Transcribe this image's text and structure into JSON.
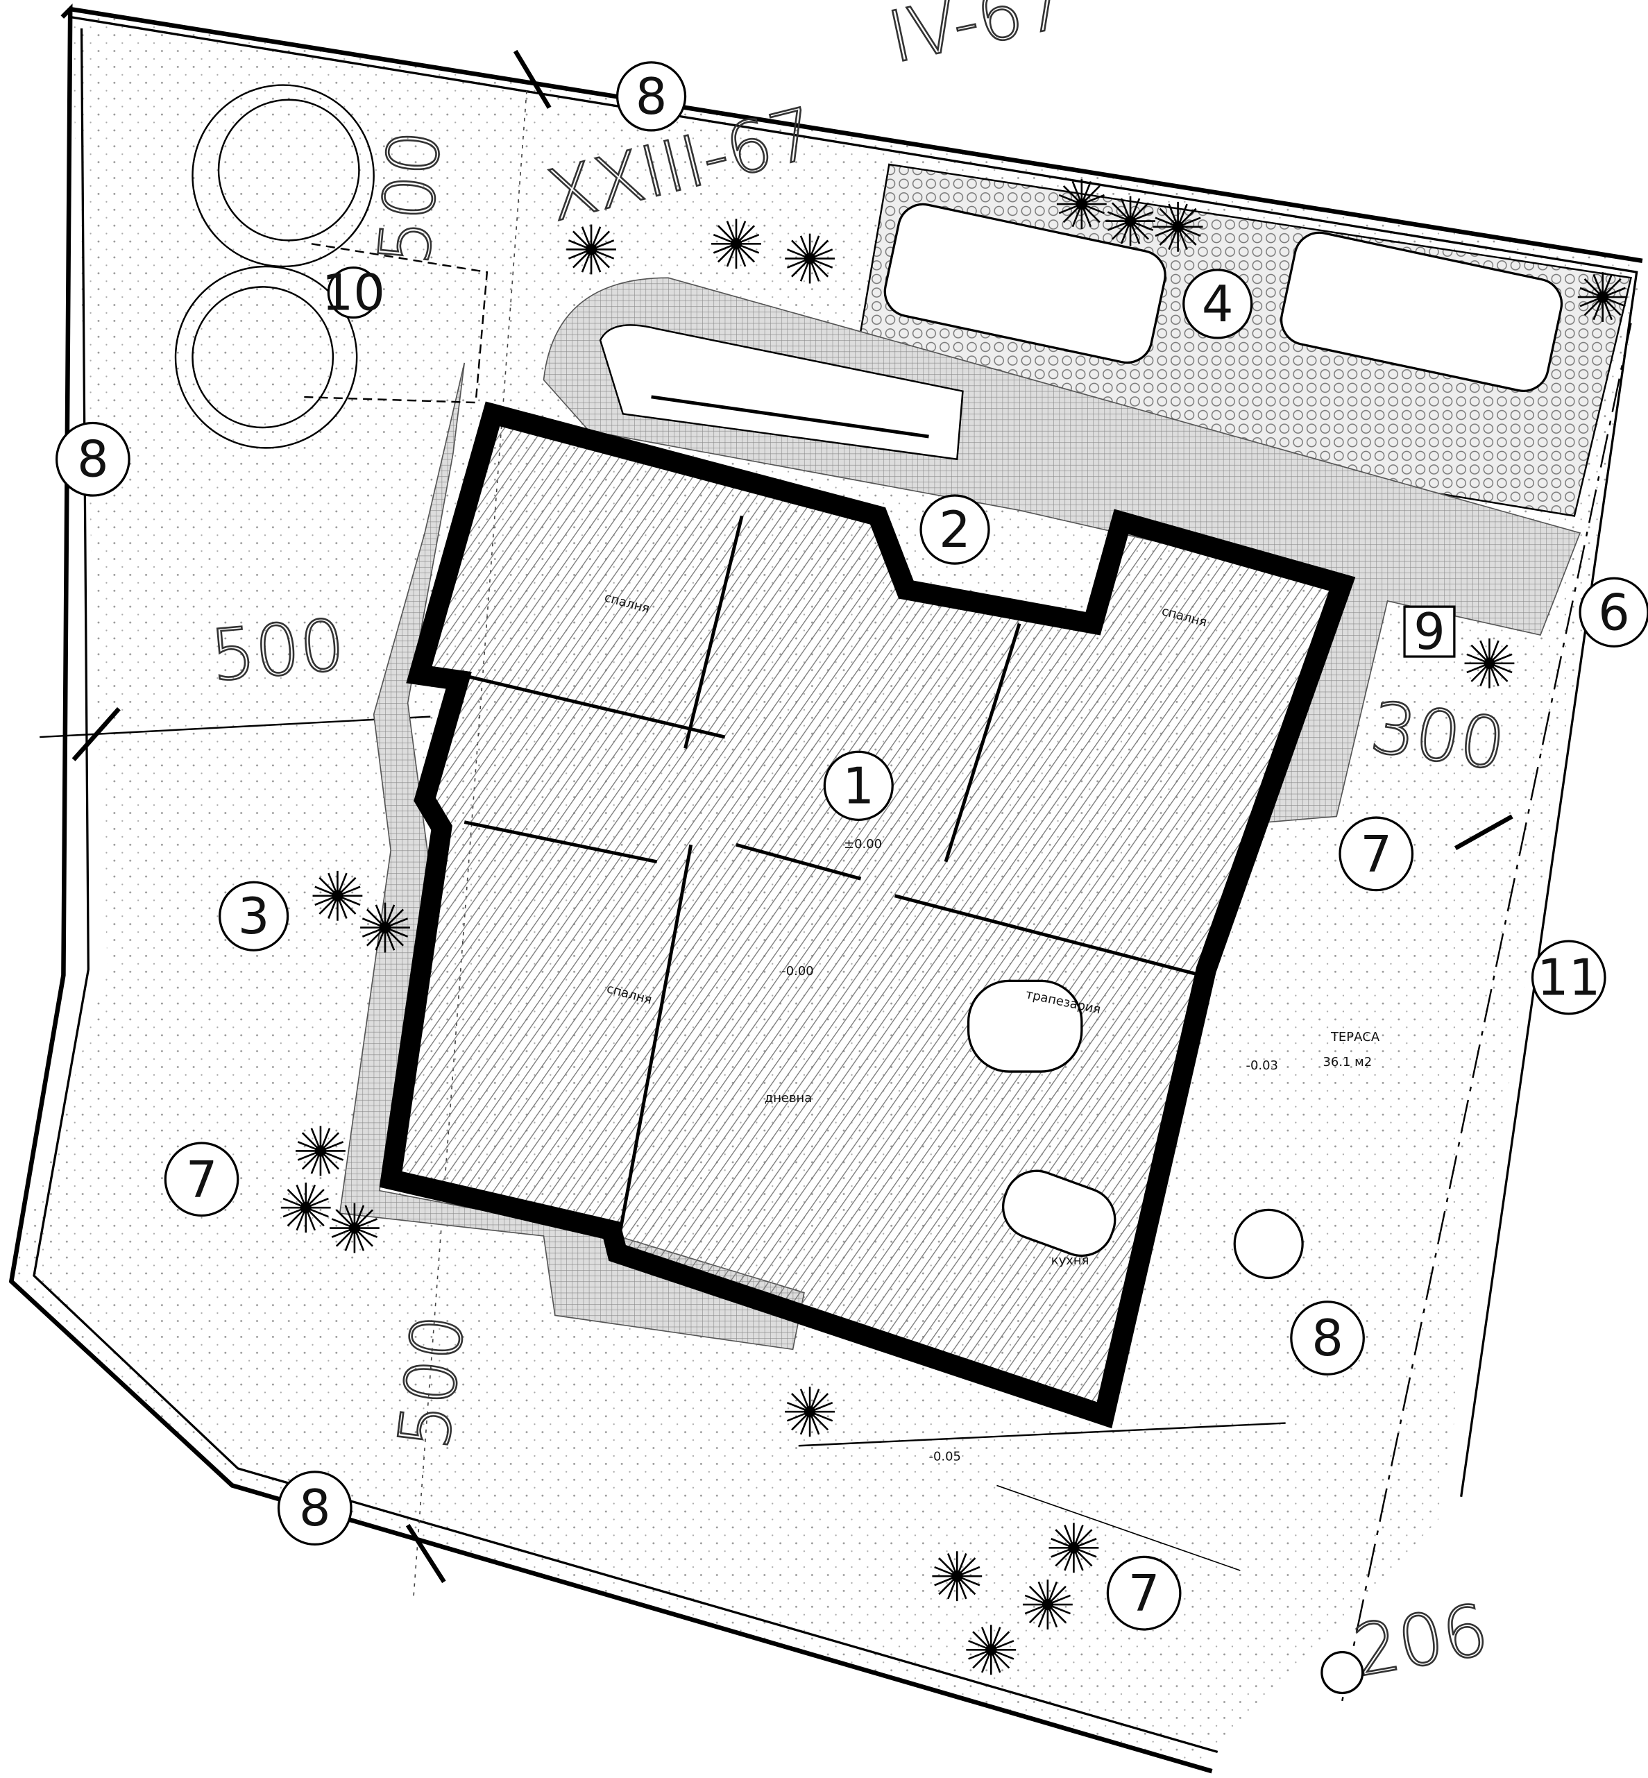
{
  "plot": {
    "upper_neighbour": "IV-67",
    "lot": "XXIII-67",
    "dimensions": {
      "top": "500",
      "left": "500",
      "bottom": "500",
      "right": "300",
      "street": "206"
    },
    "markers": [
      "8",
      "10",
      "8",
      "4",
      "2",
      "6",
      "9",
      "1",
      "7",
      "3",
      "11",
      "7",
      "8",
      "8",
      "7"
    ],
    "terrace": {
      "name": "ТЕРАСА",
      "area": "36.1 м2",
      "level": "-0.03"
    },
    "levels": {
      "entrance": "-0.05",
      "hall": "±0.00",
      "living": "-0.00"
    },
    "rooms": {
      "living": "дневна",
      "dining": "трапезария",
      "bedroom1": "спалня",
      "bedroom2": "спалня",
      "bedroom3": "спалня",
      "kitchen": "кухня"
    }
  }
}
